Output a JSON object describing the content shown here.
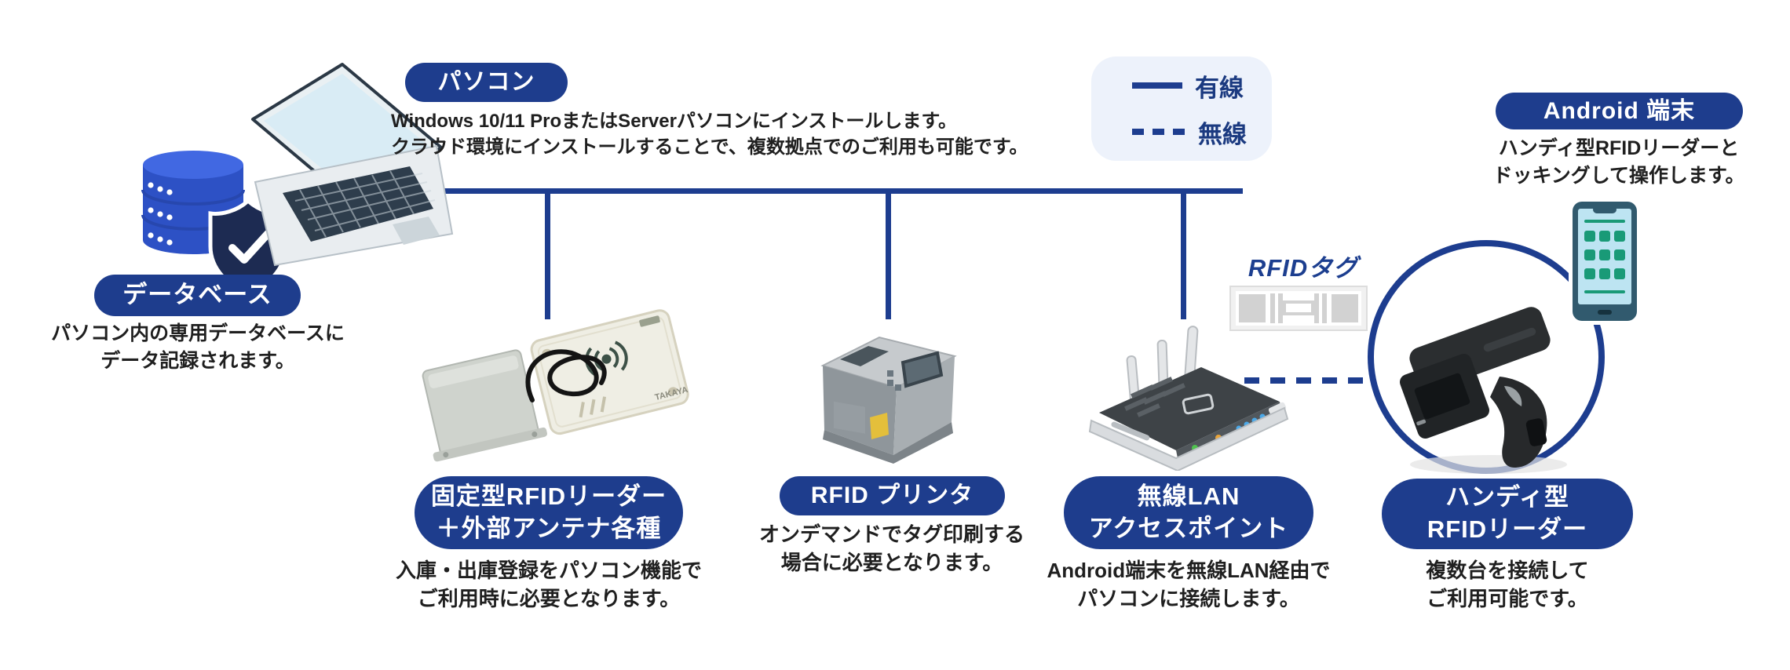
{
  "colors": {
    "pill_blue": "#1e3d8d",
    "line_blue": "#1d3d8f",
    "legend_bg": "#edf2fb",
    "legend_text": "#1b3a80",
    "body_text": "#1f1f1f",
    "tag_label_blue": "#1c3e8f",
    "phone_body": "#315a6e",
    "phone_screen": "#bde4f2",
    "phone_apps_green": "#199a77",
    "db_blue_top": "#4168e2",
    "db_blue_body": "#2d51c5",
    "shield_navy": "#1d2b52"
  },
  "pc": {
    "label": "パソコン",
    "desc1": "Windows 10/11 ProまたはServerパソコンにインストールします。",
    "desc2": "クラウド環境にインストールすることで、複数拠点でのご利用も可能です。"
  },
  "legend": {
    "wired": "有線",
    "wireless": "無線"
  },
  "android": {
    "label": "Android 端末",
    "desc1": "ハンディ型RFIDリーダーと",
    "desc2": "ドッキングして操作します。"
  },
  "database": {
    "label": "データベース",
    "desc1": "パソコン内の専用データベースに",
    "desc2": "データ記録されます。"
  },
  "rfid_tag": {
    "label": "RFIDタグ"
  },
  "nodes": {
    "fixed_reader": {
      "label1": "固定型RFIDリーダー",
      "label2": "＋外部アンテナ各種",
      "desc1": "入庫・出庫登録をパソコン機能で",
      "desc2": "ご利用時に必要となります。",
      "device_logo": "TAKAYA"
    },
    "printer": {
      "label": "RFID プリンタ",
      "desc1": "オンデマンドでタグ印刷する",
      "desc2": "場合に必要となります。"
    },
    "access_point": {
      "label1": "無線LAN",
      "label2": "アクセスポイント",
      "desc1": "Android端末を無線LAN経由で",
      "desc2": "パソコンに接続します。"
    },
    "handheld": {
      "label1": "ハンディ型",
      "label2": "RFIDリーダー",
      "desc1": "複数台を接続して",
      "desc2": "ご利用可能です。"
    }
  }
}
